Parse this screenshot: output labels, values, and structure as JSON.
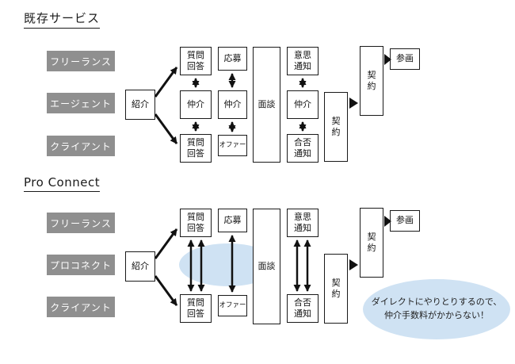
{
  "colors": {
    "actor_bg": "#8f8f8f",
    "node_border": "#1a1a1a",
    "arrow": "#111111",
    "highlight": "#cfe2f3"
  },
  "sections": {
    "existing": {
      "title": "既存サービス",
      "actors": {
        "top": "フリーランス",
        "mid": "エージェント",
        "bottom": "クライアント"
      },
      "intro": "紹介",
      "qa_top": "質問\n回答",
      "mediate1": "仲介",
      "qa_bottom": "質問\n回答",
      "apply": "応募",
      "mediate2": "仲介",
      "offer": "オファー",
      "interview": "面談",
      "intent": "意思\n通知",
      "mediate3": "仲介",
      "result": "合否\n通知",
      "contract1": "契\n約",
      "contract2": "契\n約",
      "join": "参画"
    },
    "proconnect": {
      "title": "Pro Connect",
      "actors": {
        "top": "フリーランス",
        "mid": "プロコネクト",
        "bottom": "クライアント"
      },
      "intro": "紹介",
      "qa_top": "質問\n回答",
      "qa_bottom": "質問\n回答",
      "apply": "応募",
      "offer": "オファー",
      "interview": "面談",
      "intent": "意思\n通知",
      "result": "合否\n通知",
      "contract1": "契\n約",
      "contract2": "契\n約",
      "join": "参画",
      "callout": "ダイレクトにやりとりするので、\n仲介手数料がかからない！"
    }
  }
}
